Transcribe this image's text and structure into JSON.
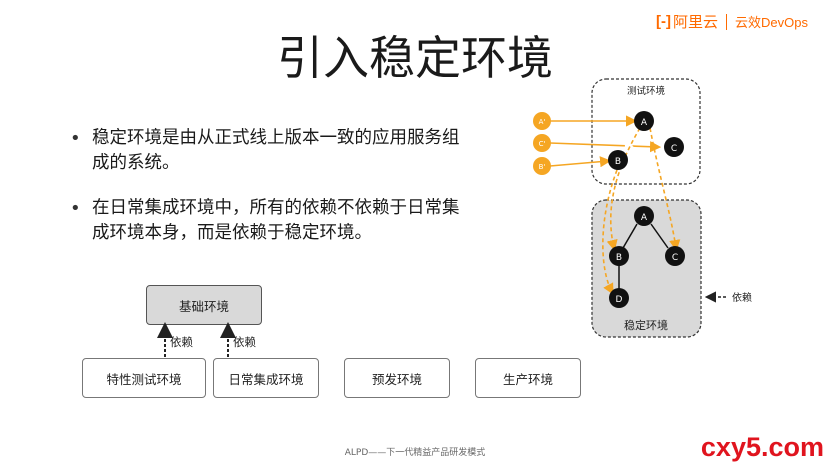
{
  "brand": {
    "mark": "[-]",
    "name": "阿里云",
    "product": "云效DevOps"
  },
  "slide": {
    "title": "引入稳定环境",
    "bullets": [
      "稳定环境是由从正式线上版本一致的应用服务组成的系统。",
      "在日常集成环境中，所有的依赖不依赖于日常集成环境本身，而是依赖于稳定环境。"
    ]
  },
  "left_diagram": {
    "base": "基础环境",
    "envs": [
      "特性测试环境",
      "日常集成环境",
      "预发环境",
      "生产环境"
    ],
    "dep_label_1": "依赖",
    "dep_label_2": "依赖"
  },
  "right_diagram": {
    "test_env_label": "测试环境",
    "stable_env_label": "稳定环境",
    "legend_label": "依赖",
    "test_nodes": {
      "a": "A",
      "b": "B",
      "c": "C"
    },
    "prime_nodes": {
      "a": "A'",
      "c": "C'",
      "b": "B'"
    },
    "stable_nodes": {
      "a": "A",
      "b": "B",
      "c": "C",
      "d": "D"
    },
    "colors": {
      "orange": "#f5a623",
      "node": "#111111",
      "stable_fill": "#d9d9d9"
    }
  },
  "footer": "ALPD——下一代精益产品研发模式",
  "watermark": "cxy5.com"
}
